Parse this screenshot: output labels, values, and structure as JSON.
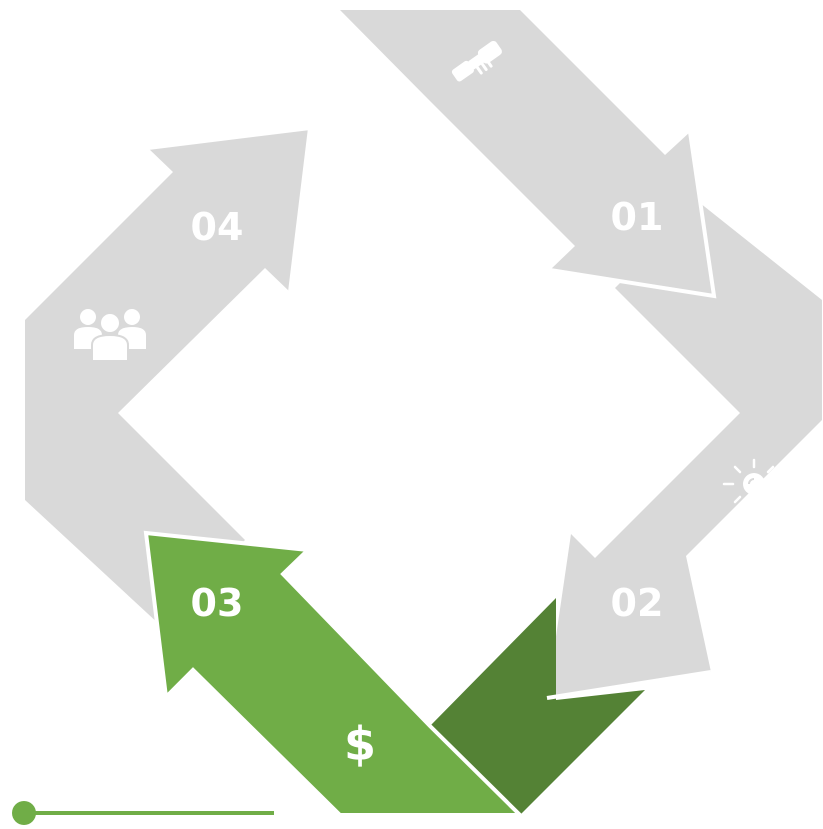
{
  "colors": {
    "inactive": "#d9d9d9",
    "active": "#70ad47",
    "active_dark": "#548235",
    "icon": "#ffffff"
  },
  "steps": [
    {
      "number": "01",
      "icon": "handshake-icon",
      "active": false
    },
    {
      "number": "02",
      "icon": "lightbulb-icon",
      "active": false
    },
    {
      "number": "03",
      "icon": "dollar-icon",
      "icon_text": "$",
      "active": true
    },
    {
      "number": "04",
      "icon": "people-group-icon",
      "active": false
    }
  ],
  "indicator": {
    "style": "dot-line",
    "color": "#70ad47"
  }
}
